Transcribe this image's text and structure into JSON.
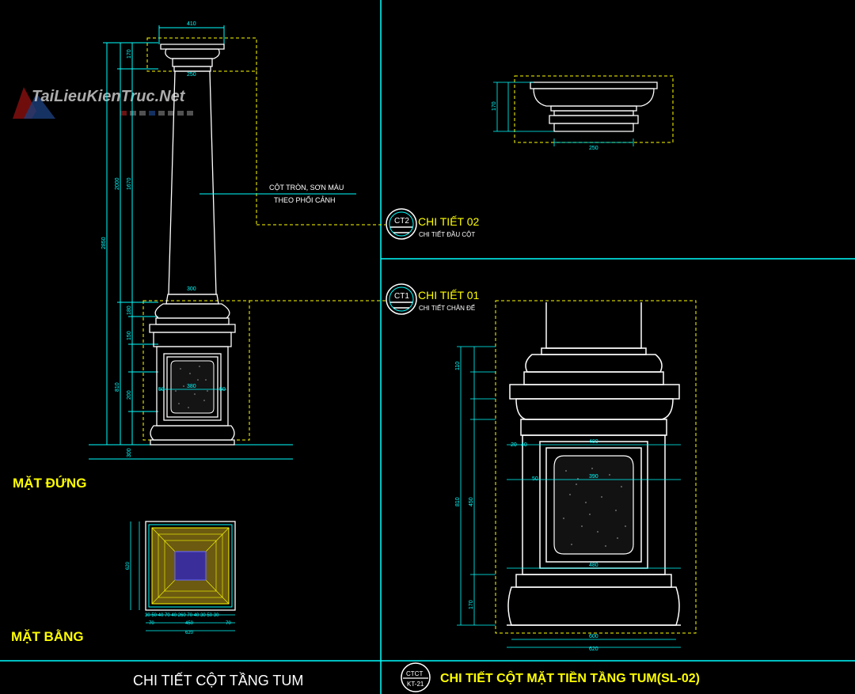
{
  "watermark": {
    "text": "TaiLieuKienTruc.Net"
  },
  "colors": {
    "background": "#000000",
    "frame": "#00ffff",
    "dashed": "#ffff00",
    "title": "#ffff00",
    "outline": "#ffffff",
    "dimension": "#00ffff"
  },
  "front_view": {
    "title": "MẶT ĐỨNG",
    "note_line1": "CỘT TRÒN, SƠN MÀU",
    "note_line2": "THEO PHỐI CẢNH",
    "dims": {
      "top_width": "410",
      "capital_width": "250",
      "shaft_width": "300",
      "panel_width": "380",
      "side_left": "50",
      "side_right": "50",
      "v_total": "2850",
      "v_shaft": "2000",
      "v_shaft2": "1670",
      "v_cap": "170",
      "v_base": "810",
      "v_base_a": "180",
      "v_base_b": "150",
      "v_base_c": "200",
      "v_floor": "300"
    }
  },
  "plan_view": {
    "title": "MẶT BẰNG",
    "dims": {
      "bottom_row": "30  50 40 70 40  260  70 40 30 50 30",
      "w1": "450",
      "w2": "620",
      "w3": "70",
      "w4": "70",
      "left": "620"
    }
  },
  "detail_02": {
    "tag": "CT2",
    "title": "CHI TIẾT 02",
    "subtitle": "CHI TIẾT ĐẦU CỘT",
    "dims": {
      "width": "250",
      "height": "170"
    }
  },
  "detail_01": {
    "tag": "CT1",
    "title": "CHI TIẾT 01",
    "subtitle": "CHI TIẾT CHÂN ĐẾ",
    "dims": {
      "panel_w": "480",
      "inner_w": "390",
      "bottom_w": "600",
      "bottom_w2": "620",
      "side_a": "20",
      "side_b": "40",
      "side_c": "50",
      "v_total": "810",
      "v_panel": "450",
      "v_top": "110",
      "v_bottom": "170"
    }
  },
  "footer": {
    "left_title": "CHI TIẾT CỘT TẦNG TUM",
    "badge_top": "CTCT",
    "badge_bottom": "KT-21",
    "right_title": "CHI TIẾT CỘT MẶT TIỀN TẦNG TUM(SL-02)"
  }
}
